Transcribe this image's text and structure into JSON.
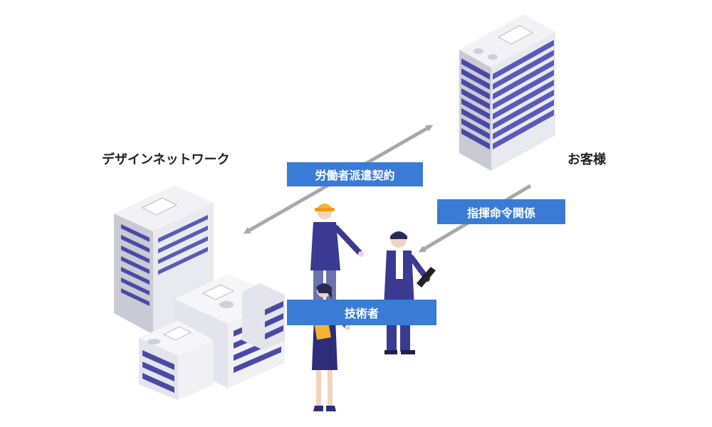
{
  "labels": {
    "design_network": "デザインネットワーク",
    "customer": "お客様"
  },
  "tags": {
    "dispatch_contract": "労働者派遣契約",
    "command_relation": "指揮命令関係",
    "engineer": "技術者"
  },
  "colors": {
    "tag_blue": "#3a7bd5",
    "window_purple": "#4a4aa6",
    "arrow_gray": "#a9a9a9"
  }
}
